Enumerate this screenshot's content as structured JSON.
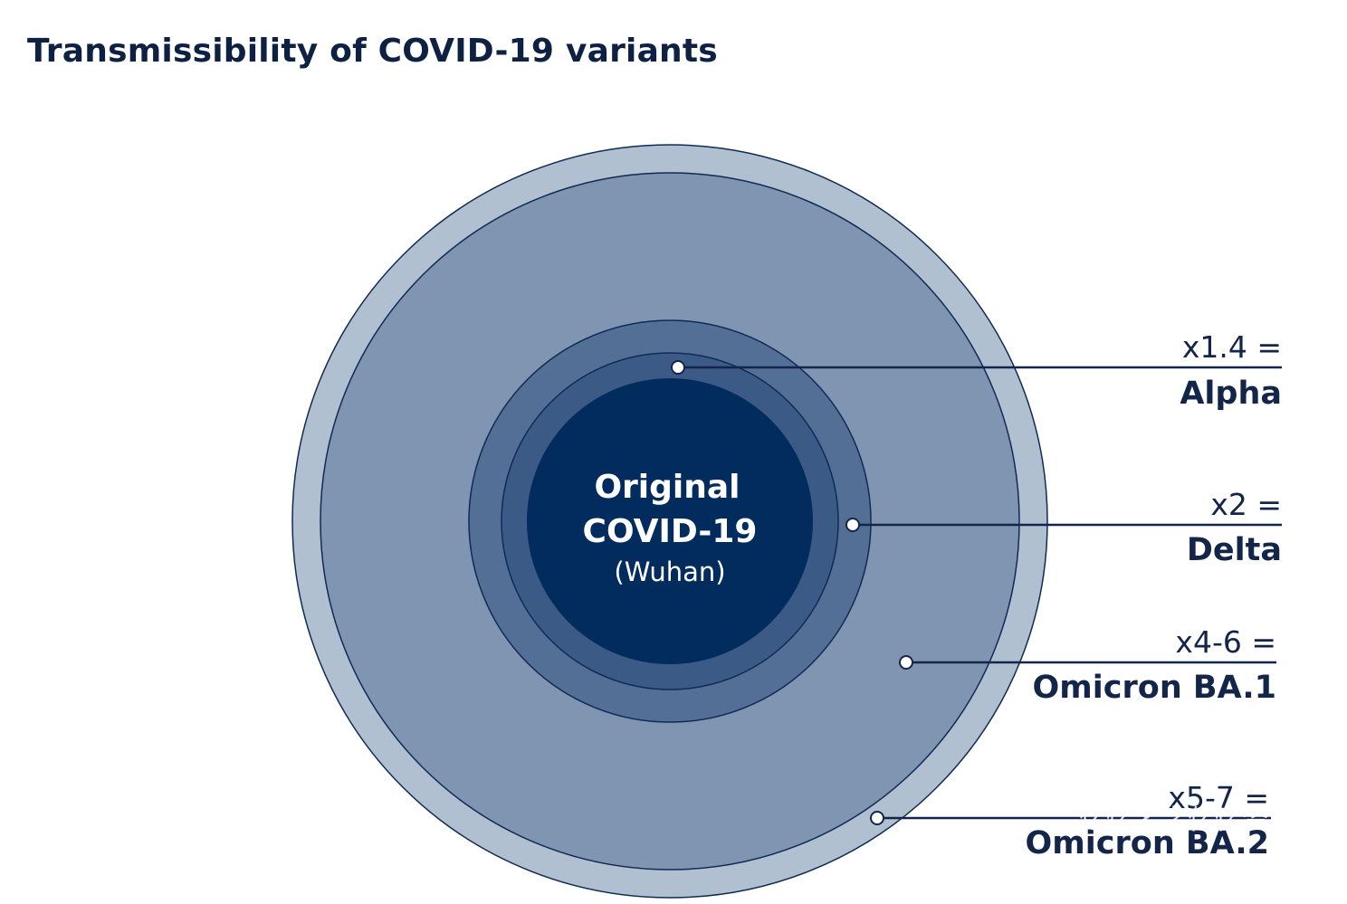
{
  "title": "Transmissibility of COVID-19 variants",
  "center": {
    "line1": "Original",
    "line2": "COVID-19",
    "line3": "(Wuhan)"
  },
  "variants": [
    {
      "multiplier": "x1.4 =",
      "name": "Alpha"
    },
    {
      "multiplier": "x2 =",
      "name": "Delta"
    },
    {
      "multiplier": "x4-6 =",
      "name": "Omicron BA.1"
    },
    {
      "multiplier": "x5-7 =",
      "name": "Omicron BA.2"
    }
  ],
  "watermark": "亿忆名字亿忆资讯",
  "colors": {
    "title": "#0f2142",
    "ring_ba2": "#b1c0d1",
    "ring_ba1": "#7f95b1",
    "ring_delta": "#536f96",
    "ring_alpha": "#3b5b86",
    "core": "#032c5e",
    "stroke": "#0f2a55"
  }
}
